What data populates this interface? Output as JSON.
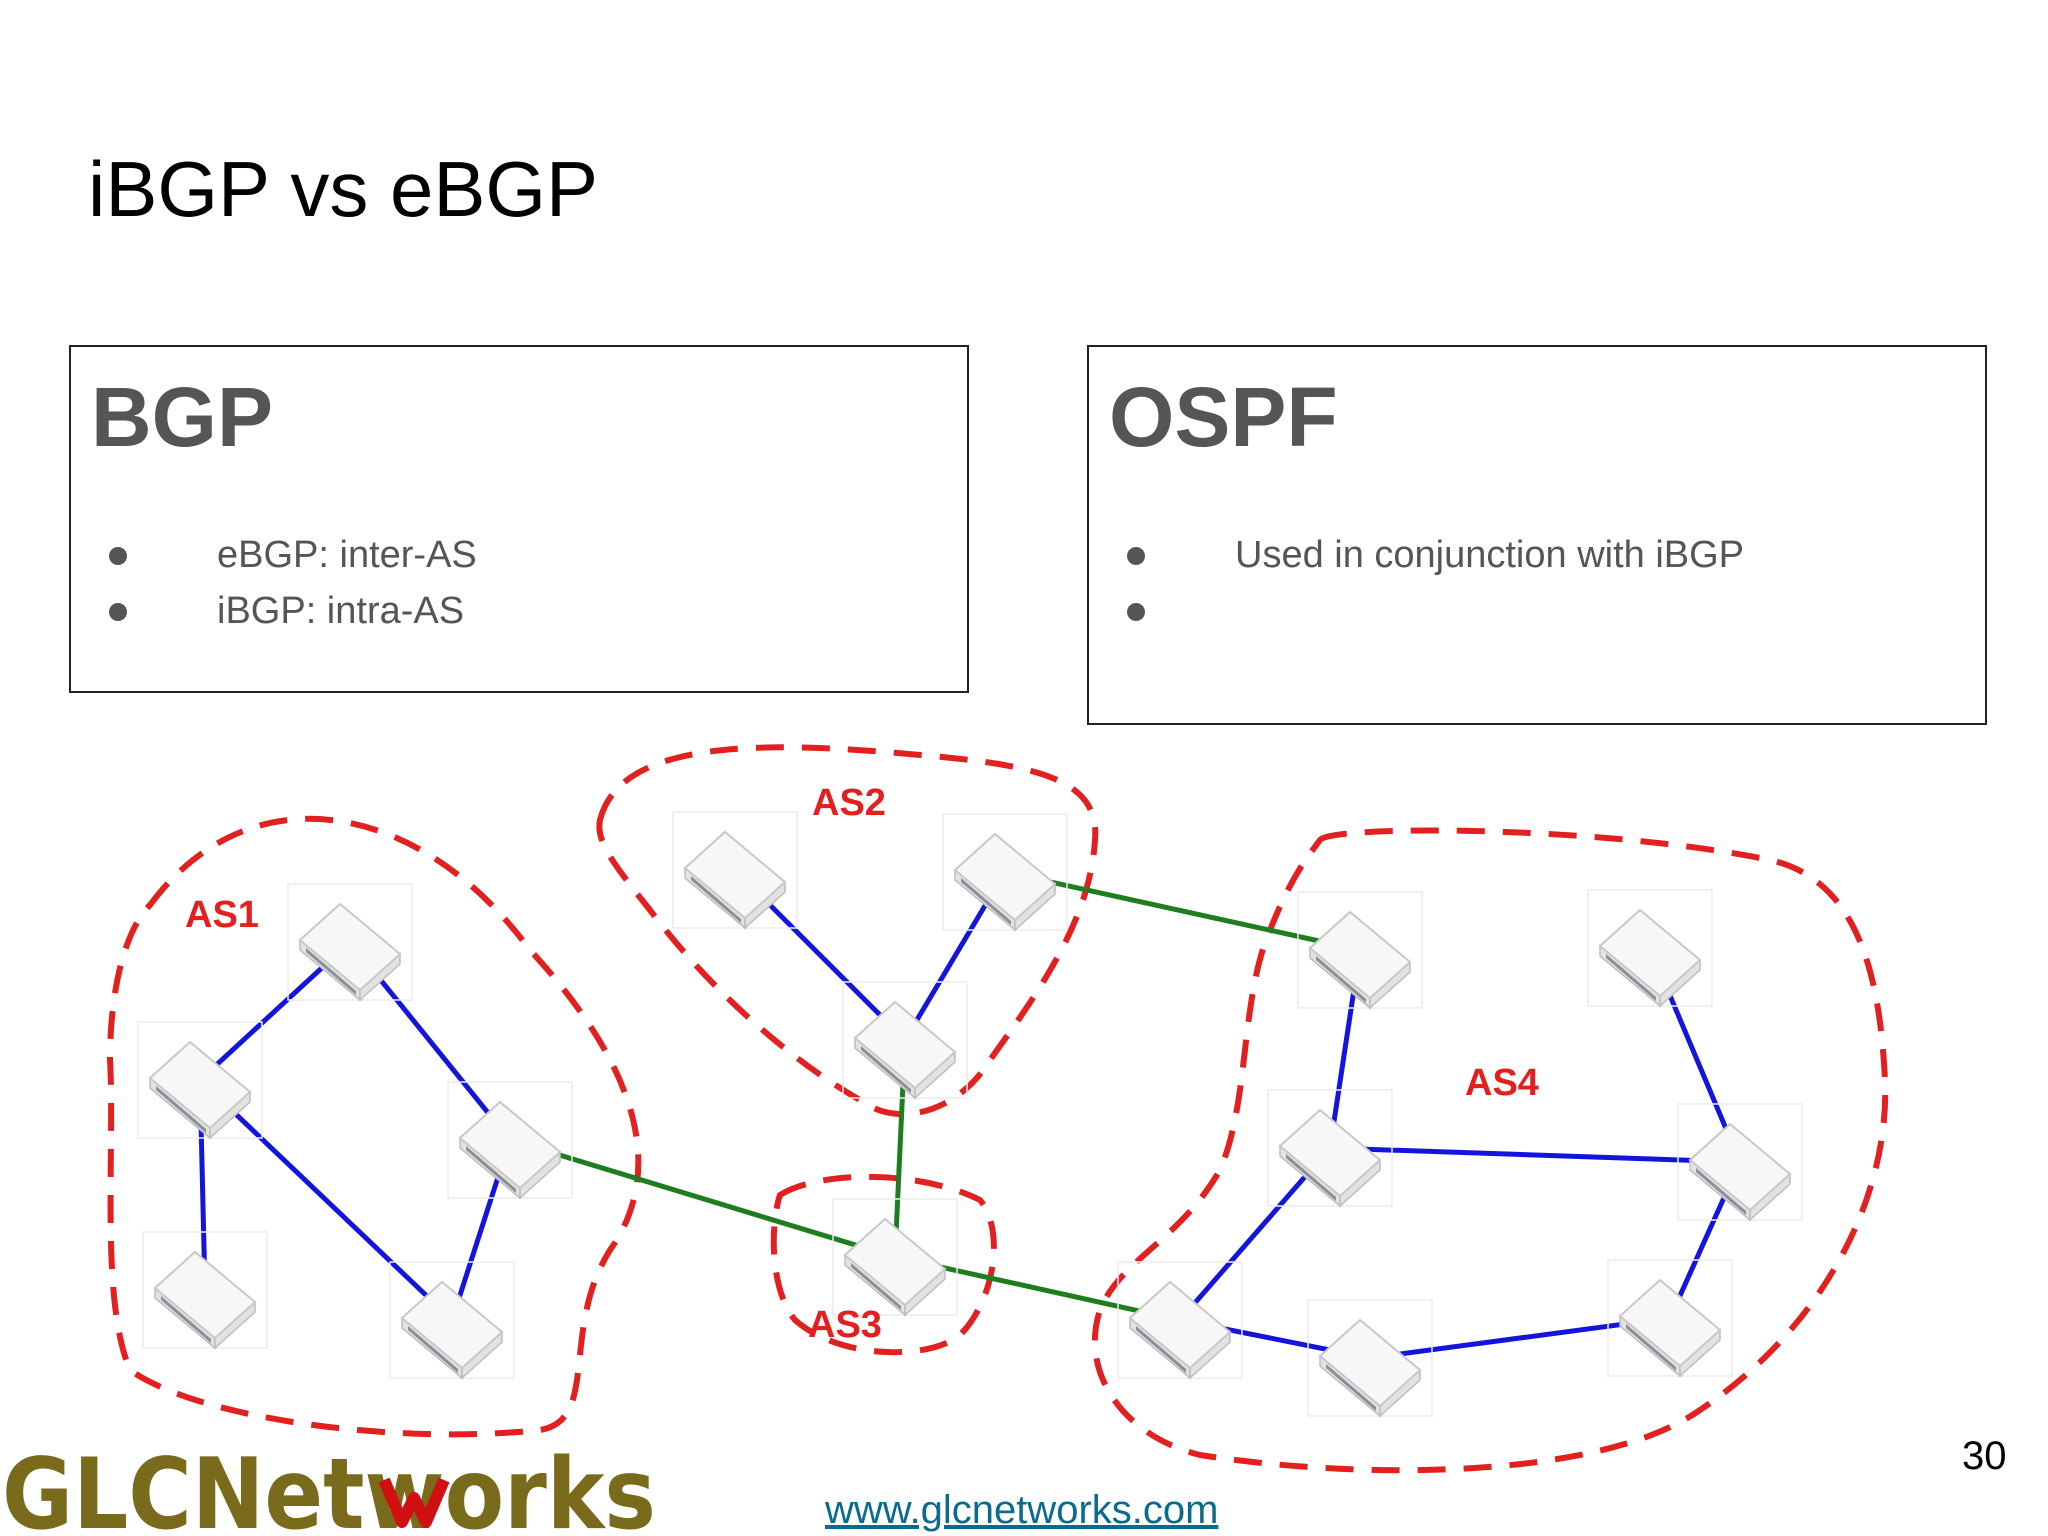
{
  "slide": {
    "title": "iBGP vs eBGP",
    "page_number": "30",
    "website": "www.glcnetworks.com",
    "logo": {
      "text": "GLCNetworks",
      "color": "#7a6a1c",
      "accent": "#d11111"
    }
  },
  "panels": {
    "bgp": {
      "heading": "BGP",
      "bullets": [
        "eBGP: inter-AS",
        "iBGP: intra-AS"
      ]
    },
    "ospf": {
      "heading": "OSPF",
      "bullets": [
        "Used in conjunction with iBGP",
        ""
      ]
    }
  },
  "diagram": {
    "colors": {
      "as_boundary": "#e32020",
      "as_label": "#e32020",
      "intra_as_link": "#1414dc",
      "inter_as_link": "#1e7d1e"
    },
    "node_icon": "router-icon",
    "as_labels": [
      "AS1",
      "AS2",
      "AS3",
      "AS4"
    ]
  }
}
